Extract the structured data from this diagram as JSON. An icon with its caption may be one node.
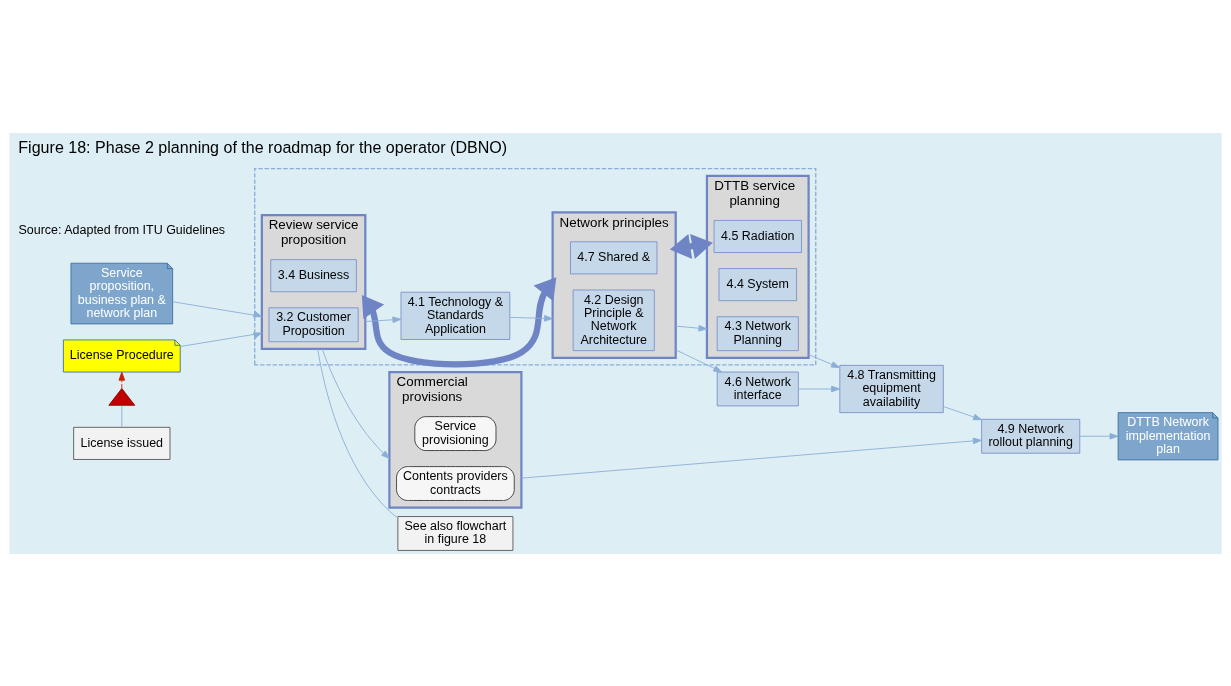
{
  "diagram": {
    "title": "Figure 18: Phase 2 planning of the roadmap for the operator (DBNO)",
    "caption": "Source: Adapted from ITU Guidelines",
    "nodes": [
      {
        "text": [],
        "shape": "box"
      },
      {
        "text": [
          "Service proposition, business plan & network plan"
        ]
      },
      {
        "text": [
          "License Procedure"
        ]
      },
      {
        "text": [
          "Review service proposition"
        ],
        "in": 0
      },
      {
        "text": [
          "3.4 Business"
        ],
        "in": 3
      },
      {
        "text": [
          "3.2 Customer Proposition"
        ],
        "in": 3
      },
      {
        "text": [
          "4.1 Technology & Standards Application"
        ],
        "in": 0
      },
      {
        "text": [
          "Network principles"
        ],
        "in": 0
      },
      {
        "text": [
          "4.7 Shared &"
        ],
        "in": 7
      },
      {
        "text": [
          "4.2 Design Principle & Network Architecture"
        ],
        "in": 7
      },
      {
        "text": [
          "DTTB service planning"
        ],
        "in": 0
      },
      {
        "text": [
          "4.5 Radiation"
        ],
        "in": 10
      },
      {
        "text": [
          "4.4 System"
        ],
        "in": 10
      },
      {
        "text": [
          "4.3 Network Planning"
        ],
        "in": 10
      },
      {
        "text": [
          "4.6 Network interface"
        ]
      },
      {
        "text": [
          "4.8 Transmitting equipment availability"
        ]
      },
      {
        "text": [
          "4.9 Network rollout planning"
        ]
      },
      {
        "text": [
          "DTTB Network implementation plan"
        ]
      },
      {
        "text": [
          "Commercial provisions"
        ]
      },
      {
        "text": [
          "Service provisioning"
        ],
        "in": 18
      },
      {
        "text": [
          "Contents providers contracts"
        ],
        "in": 18
      },
      {
        "text": [
          "See also flowchart in figure 18"
        ]
      },
      {
        "text": [
          "License issued"
        ]
      },
      {
        "text": [],
        "shape": "triangle"
      }
    ],
    "edges": [
      {
        "from": 1,
        "to": 3,
        "arrow": "to"
      },
      {
        "from": 2,
        "to": 3,
        "arrow": "to"
      },
      {
        "from": 3,
        "to": 7,
        "arrow": "both",
        "style": "thick",
        "color": "#6f84c4"
      },
      {
        "from": 7,
        "to": 10,
        "arrow": "both",
        "style": "thick",
        "color": "#6f84c4"
      },
      {
        "from": 3,
        "to": 6,
        "arrow": "to"
      },
      {
        "from": 6,
        "to": 7,
        "arrow": "to"
      },
      {
        "from": 7,
        "to": 10,
        "arrow": "to"
      },
      {
        "from": 7,
        "to": 14,
        "arrow": "to"
      },
      {
        "from": 14,
        "to": 15,
        "arrow": "to"
      },
      {
        "from": 10,
        "to": 15,
        "arrow": "to"
      },
      {
        "from": 15,
        "to": 16,
        "arrow": "to"
      },
      {
        "from": 3,
        "to": 18,
        "arrow": "to"
      },
      {
        "from": 18,
        "to": 16,
        "arrow": "to"
      },
      {
        "from": 16,
        "to": 17,
        "arrow": "to"
      },
      {
        "from": 21,
        "to": 3,
        "arrow": "none"
      },
      {
        "from": 23,
        "to": 2,
        "arrow": "to",
        "style": "dashed",
        "color": "#cc2200"
      },
      {
        "from": 22,
        "to": 23,
        "arrow": "none"
      }
    ]
  }
}
